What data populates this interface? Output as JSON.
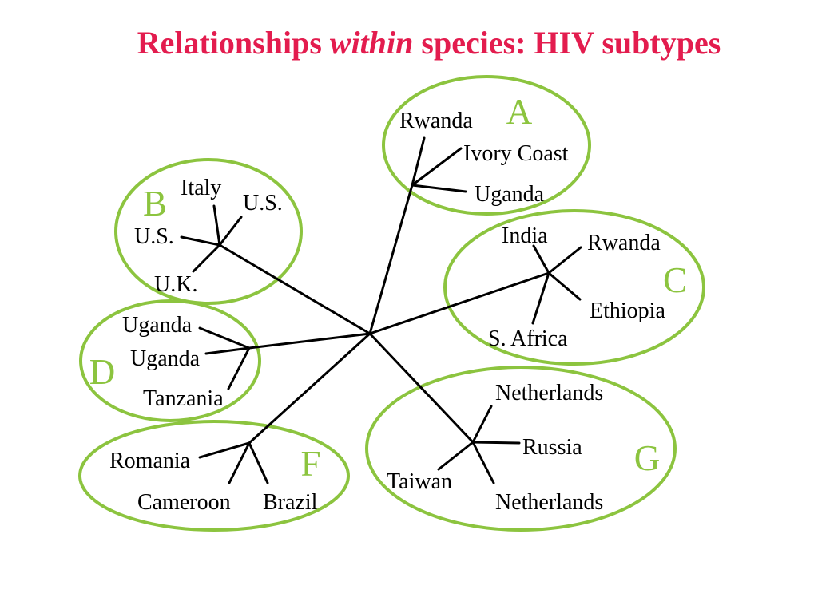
{
  "title": {
    "lead": "Relationships",
    "emphasis": "within",
    "rest": "species: HIV subtypes"
  },
  "colors": {
    "title": "#e31c4e",
    "cluster_outline": "#8cc43f",
    "cluster_letter": "#8cc43f",
    "branch": "#000000",
    "leaf_label": "#000000"
  },
  "clusters": [
    {
      "subtype": "A",
      "leaves": [
        "Rwanda",
        "Ivory Coast",
        "Uganda"
      ]
    },
    {
      "subtype": "B",
      "leaves": [
        "Italy",
        "U.S.",
        "U.S.",
        "U.K."
      ]
    },
    {
      "subtype": "C",
      "leaves": [
        "India",
        "Rwanda",
        "Ethiopia",
        "S. Africa"
      ]
    },
    {
      "subtype": "D",
      "leaves": [
        "Uganda",
        "Uganda",
        "Tanzania"
      ]
    },
    {
      "subtype": "F",
      "leaves": [
        "Romania",
        "Cameroon",
        "Brazil"
      ]
    },
    {
      "subtype": "G",
      "leaves": [
        "Netherlands",
        "Russia",
        "Taiwan",
        "Netherlands"
      ]
    }
  ]
}
